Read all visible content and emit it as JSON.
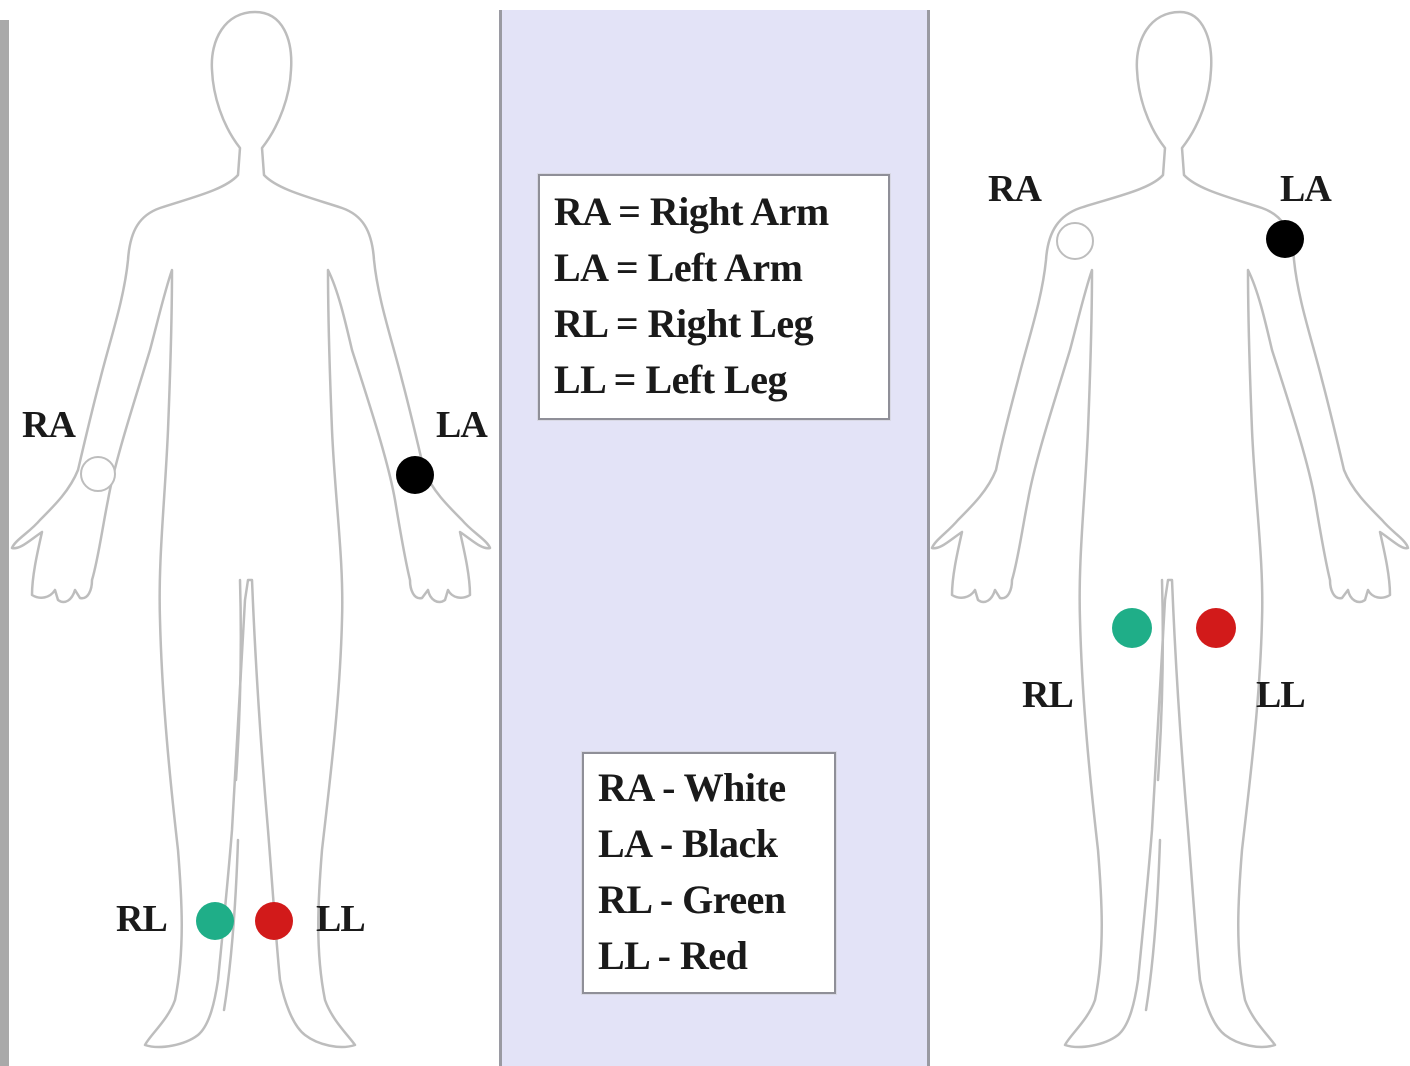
{
  "legend_names": {
    "lines": [
      "RA = Right Arm",
      "LA = Left Arm",
      "RL = Right Leg",
      "LL = Left Leg"
    ]
  },
  "legend_colors": {
    "lines": [
      "RA - White",
      "LA - Black",
      "RL - Green",
      "LL - Red"
    ]
  },
  "front_figure": {
    "labels": {
      "ra": "RA",
      "la": "LA",
      "rl": "RL",
      "ll": "LL"
    }
  },
  "back_figure": {
    "labels": {
      "ra": "RA",
      "la": "LA",
      "rl": "RL",
      "ll": "LL"
    }
  },
  "colors": {
    "ra": "#ffffff",
    "la": "#000000",
    "rl": "#1fae88",
    "ll": "#d21a1a",
    "outline": "#bdbdbd"
  }
}
